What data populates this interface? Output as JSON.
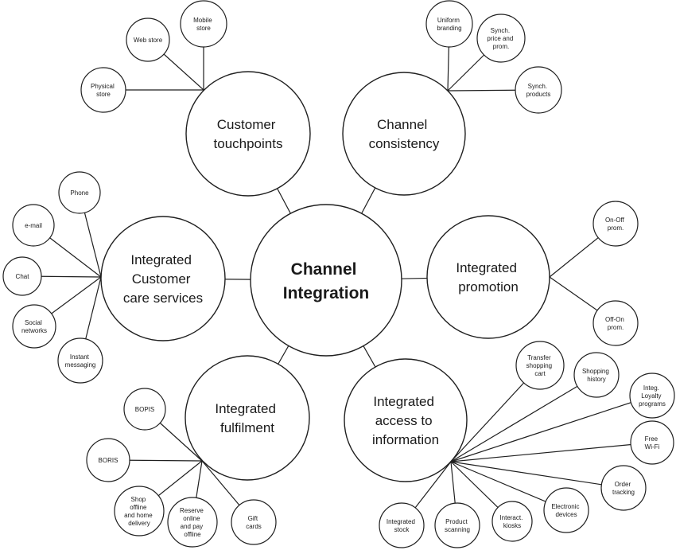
{
  "diagram": {
    "center": {
      "label_lines": [
        "Channel",
        "Integration"
      ]
    },
    "branches": [
      {
        "label_lines": [
          "Customer",
          "touchpoints"
        ],
        "leaves": [
          {
            "label_lines": [
              "Physical",
              "store"
            ]
          },
          {
            "label_lines": [
              "Web store"
            ]
          },
          {
            "label_lines": [
              "Mobile",
              "store"
            ]
          }
        ]
      },
      {
        "label_lines": [
          "Channel",
          "consistency"
        ],
        "leaves": [
          {
            "label_lines": [
              "Uniform",
              "branding"
            ]
          },
          {
            "label_lines": [
              "Synch.",
              "price and",
              "prom."
            ]
          },
          {
            "label_lines": [
              "Synch.",
              "products"
            ]
          }
        ]
      },
      {
        "label_lines": [
          "Integrated",
          "Customer",
          "care services"
        ],
        "leaves": [
          {
            "label_lines": [
              "Phone"
            ]
          },
          {
            "label_lines": [
              "e-mail"
            ]
          },
          {
            "label_lines": [
              "Chat"
            ]
          },
          {
            "label_lines": [
              "Social",
              "networks"
            ]
          },
          {
            "label_lines": [
              "Instant",
              "messaging"
            ]
          }
        ]
      },
      {
        "label_lines": [
          "Integrated",
          "promotion"
        ],
        "leaves": [
          {
            "label_lines": [
              "On-Off",
              "prom."
            ]
          },
          {
            "label_lines": [
              "Off-On",
              "prom."
            ]
          }
        ]
      },
      {
        "label_lines": [
          "Integrated",
          "fulfilment"
        ],
        "leaves": [
          {
            "label_lines": [
              "BOPIS"
            ]
          },
          {
            "label_lines": [
              "BORIS"
            ]
          },
          {
            "label_lines": [
              "Shop",
              "offline",
              "and home",
              "delivery"
            ]
          },
          {
            "label_lines": [
              "Reserve",
              "online",
              "and pay",
              "offline"
            ]
          },
          {
            "label_lines": [
              "Gift",
              "cards"
            ]
          }
        ]
      },
      {
        "label_lines": [
          "Integrated",
          "access to",
          "information"
        ],
        "leaves": [
          {
            "label_lines": [
              "Transfer",
              "shopping",
              "cart"
            ]
          },
          {
            "label_lines": [
              "Shopping",
              "history"
            ]
          },
          {
            "label_lines": [
              "Integ.",
              "Loyalty",
              "programs"
            ]
          },
          {
            "label_lines": [
              "Free",
              "Wi-Fi"
            ]
          },
          {
            "label_lines": [
              "Order",
              "tracking"
            ]
          },
          {
            "label_lines": [
              "Electronic",
              "devices"
            ]
          },
          {
            "label_lines": [
              "Interact.",
              "kiosks"
            ]
          },
          {
            "label_lines": [
              "Product",
              "scanning"
            ]
          },
          {
            "label_lines": [
              "Integrated",
              "stock"
            ]
          }
        ]
      }
    ],
    "colors": {
      "stroke": "#1f1f1f",
      "text": "#1a1a1a",
      "background": "#ffffff"
    }
  }
}
